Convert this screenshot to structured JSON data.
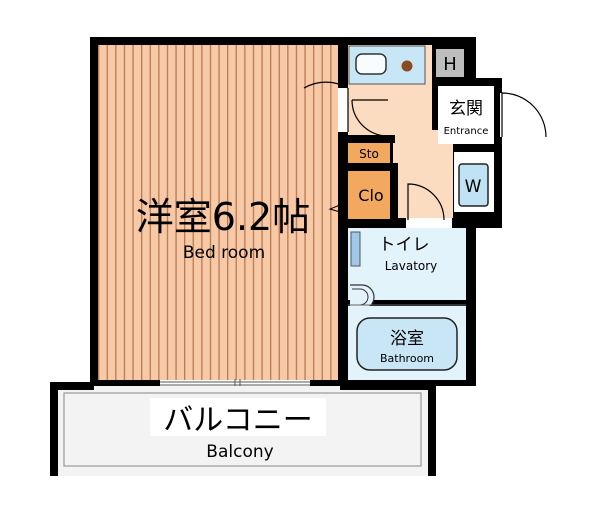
{
  "bedroom": {
    "title": "洋室6.2帖",
    "subtitle": "Bed room"
  },
  "storage": {
    "label": "Sto"
  },
  "closet": {
    "label": "Clo"
  },
  "entrance": {
    "title": "玄関",
    "subtitle": "Entrance"
  },
  "heater": {
    "label": "H"
  },
  "washer": {
    "label": "W"
  },
  "toilet": {
    "title": "トイレ",
    "subtitle": "Lavatory"
  },
  "bathroom": {
    "title": "浴室",
    "subtitle": "Bathroom"
  },
  "balcony": {
    "title": "バルコニー",
    "subtitle": "Balcony"
  },
  "colors": {
    "wall": "#000000",
    "bedroom_floor": "#f7c9a6",
    "bedroom_stripe": "#b87a52",
    "kitchen_floor": "#fbdcc0",
    "storage_fill": "#f2a85f",
    "wet_area": "#e3f3fb",
    "appliance": "#bfe2f4",
    "heater_box": "#bdbdbd",
    "balcony_fill": "#f3f3f3"
  }
}
